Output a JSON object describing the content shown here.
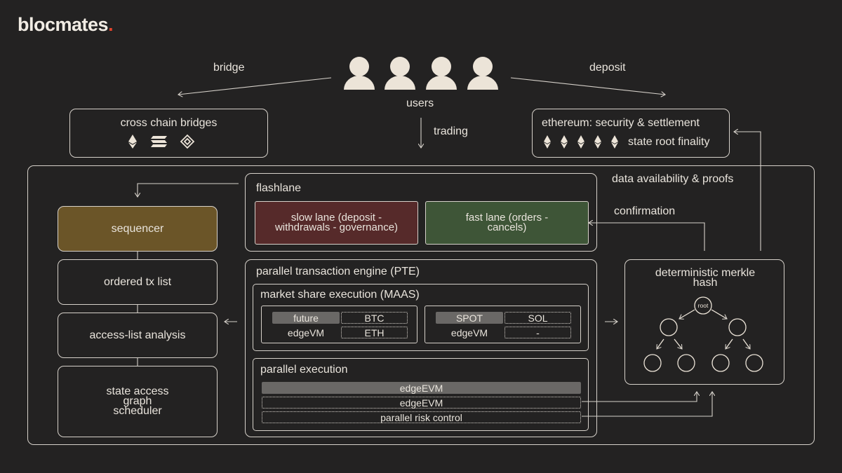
{
  "brand": {
    "name": "blocmates",
    "dot": "."
  },
  "top": {
    "users_label": "users",
    "bridge_label": "bridge",
    "deposit_label": "deposit",
    "trading_label": "trading"
  },
  "bridges_box": {
    "title": "cross chain bridges",
    "icons": [
      "ethereum-icon",
      "solana-icon",
      "bnb-icon"
    ]
  },
  "ethereum_box": {
    "title": "ethereum: security & settlement",
    "subtitle": "state root finality",
    "diamond_count": 5
  },
  "outer": {
    "data_availability": "data availability & proofs",
    "confirmation": "confirmation"
  },
  "left_column": {
    "sequencer": "sequencer",
    "ordered_tx": "ordered tx list",
    "access_list": "access-list analysis",
    "scheduler": "state access graph scheduler"
  },
  "flashlane": {
    "title": "flashlane",
    "slow_lane": "slow lane (deposit - withdrawals - governance)",
    "fast_lane": "fast lane (orders - cancels)"
  },
  "pte": {
    "title": "parallel transaction engine (PTE)",
    "maas_title": "market share execution (MAAS)",
    "left_group": {
      "tag": "future",
      "vm": "edgeVM",
      "asset1": "BTC",
      "asset2": "ETH"
    },
    "right_group": {
      "tag": "SPOT",
      "vm": "edgeVM",
      "asset1": "SOL",
      "asset2": "-"
    },
    "parallel_title": "parallel execution",
    "bar1": "edgeEVM",
    "bar2": "edgeEVM",
    "bar3": "parallel risk control"
  },
  "merkle": {
    "title": "deterministic merkle hash",
    "root": "root"
  },
  "colors": {
    "background": "#232222",
    "sequencer": "#6b5528",
    "slow_lane": "#562a2a",
    "fast_lane": "#3e5537",
    "user": "#ece4d8",
    "accent": "#e0432c"
  }
}
